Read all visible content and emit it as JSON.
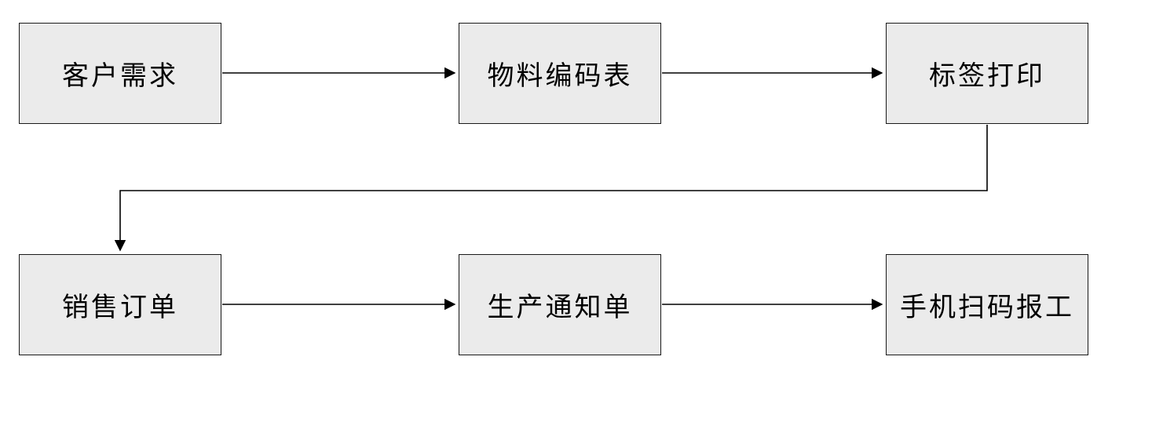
{
  "diagram": {
    "type": "flowchart",
    "background_color": "#ffffff",
    "node_fill_color": "#ebebeb",
    "node_border_color": "#1a1a1a",
    "connector_color": "#000000",
    "nodes": [
      {
        "id": "customer-demand",
        "label": "客户需求",
        "row": 1,
        "col": 1
      },
      {
        "id": "material-code-table",
        "label": "物料编码表",
        "row": 1,
        "col": 2
      },
      {
        "id": "label-printing",
        "label": "标签打印",
        "row": 1,
        "col": 3
      },
      {
        "id": "sales-order",
        "label": "销售订单",
        "row": 2,
        "col": 1
      },
      {
        "id": "production-notice",
        "label": "生产通知单",
        "row": 2,
        "col": 2
      },
      {
        "id": "mobile-scan-report",
        "label": "手机扫码报工",
        "row": 2,
        "col": 3
      }
    ],
    "edges": [
      {
        "from": "customer-demand",
        "to": "material-code-table",
        "style": "straight-arrow"
      },
      {
        "from": "material-code-table",
        "to": "label-printing",
        "style": "straight-arrow"
      },
      {
        "from": "label-printing",
        "to": "sales-order",
        "style": "elbow-arrow"
      },
      {
        "from": "sales-order",
        "to": "production-notice",
        "style": "straight-arrow"
      },
      {
        "from": "production-notice",
        "to": "mobile-scan-report",
        "style": "straight-arrow"
      }
    ]
  }
}
